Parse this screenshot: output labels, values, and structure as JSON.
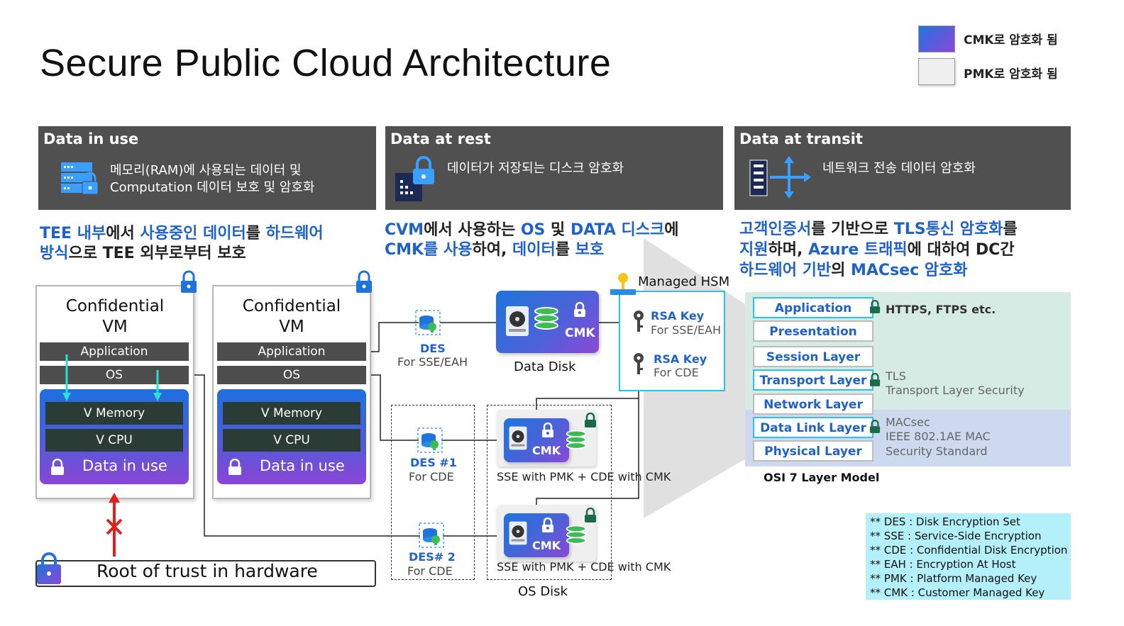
{
  "title": "Secure Public Cloud Architecture",
  "legend": {
    "cmk": {
      "label": "CMK로 암호화 됨",
      "color_start": "#1f74dc",
      "color_end": "#8d47d8"
    },
    "pmk": {
      "label": "PMK로 암호화 됨",
      "color": "#efefef"
    }
  },
  "headers": {
    "in_use": {
      "title": "Data in use",
      "line1": "메모리(RAM)에 사용되는 데이터 및",
      "line2": "Computation 데이터 보호 및 암호화"
    },
    "at_rest": {
      "title": "Data at rest",
      "line1": "데이터가 저장되는 디스크 암호화"
    },
    "transit": {
      "title": "Data at transit",
      "line1": "네트워크 전송 데이터 암호화"
    }
  },
  "desc_in_use": {
    "l1": [
      {
        "t": "TEE 내부",
        "h": true
      },
      {
        "t": "에서 ",
        "h": false
      },
      {
        "t": "사용중인 데이터",
        "h": true
      },
      {
        "t": "를 ",
        "h": false
      },
      {
        "t": "하드웨어",
        "h": true
      }
    ],
    "l2": [
      {
        "t": "방식",
        "h": true
      },
      {
        "t": "으로 TEE 외부로부터 보호",
        "h": false
      }
    ]
  },
  "desc_at_rest": {
    "l1": [
      {
        "t": "CVM",
        "h": true
      },
      {
        "t": "에서 사용하는 ",
        "h": false
      },
      {
        "t": "OS",
        "h": true
      },
      {
        "t": " 및 ",
        "h": false
      },
      {
        "t": "DATA 디스크",
        "h": true
      },
      {
        "t": "에",
        "h": false
      }
    ],
    "l2": [
      {
        "t": "CMK를 사용",
        "h": true
      },
      {
        "t": "하여, ",
        "h": false
      },
      {
        "t": "데이터",
        "h": true
      },
      {
        "t": "를 ",
        "h": false
      },
      {
        "t": "보호",
        "h": true
      }
    ]
  },
  "desc_transit": {
    "l1": [
      {
        "t": "고객인증서",
        "h": true
      },
      {
        "t": "를 기반으로 ",
        "h": false
      },
      {
        "t": "TLS통신 암호화",
        "h": true
      },
      {
        "t": "를",
        "h": false
      }
    ],
    "l2": [
      {
        "t": "지원",
        "h": true
      },
      {
        "t": "하며, ",
        "h": false
      },
      {
        "t": "Azure 트래픽",
        "h": true
      },
      {
        "t": "에 대하여 DC간",
        "h": false
      }
    ],
    "l3": [
      {
        "t": "하드웨어 기반",
        "h": true
      },
      {
        "t": "의 ",
        "h": false
      },
      {
        "t": "MACsec 암호화",
        "h": true
      }
    ]
  },
  "vm": {
    "title_line1": "Confidential",
    "title_line2": "VM",
    "application": "Application",
    "os": "OS",
    "vmemory": "V Memory",
    "vcpu": "V CPU",
    "data_in_use": "Data in use"
  },
  "root_of_trust": "Root of trust in hardware",
  "des": {
    "name": "DES",
    "sub": "For SSE/EAH"
  },
  "des1": {
    "name": "DES #1",
    "sub": "For CDE"
  },
  "des2": {
    "name": "DES# 2",
    "sub": "For CDE"
  },
  "data_disk": {
    "label": "Data Disk",
    "cmk": "CMK"
  },
  "os_disk": {
    "label": "OS Disk",
    "cmk": "CMK",
    "caption": "SSE with PMK + CDE with CMK"
  },
  "hsm": {
    "label": "Managed HSM",
    "key1": "RSA Key",
    "key1_sub": "For SSE/EAH",
    "key2": "RSA Key",
    "key2_sub": "For CDE"
  },
  "osi": {
    "caption": "OSI 7 Layer Model",
    "layers": [
      "Application Layer",
      "Presentation Layer",
      "Session Layer",
      "Transport Layer",
      "Network Layer",
      "Data Link Layer",
      "Physical Layer"
    ],
    "app_note": "HTTPS, FTPS etc.",
    "tls_title": "TLS",
    "tls_sub": "Transport Layer Security",
    "macsec_title": "MACsec",
    "macsec_sub1": "IEEE 802.1AE MAC",
    "macsec_sub2": "Security Standard"
  },
  "notes": [
    "** DES :  Disk Encryption Set",
    "** SSE : Service-Side Encryption",
    "** CDE : Confidential Disk Encryption",
    "** EAH : Encryption At Host",
    "** PMK : Platform Managed Key",
    "** CMK :  Customer Managed Key"
  ]
}
